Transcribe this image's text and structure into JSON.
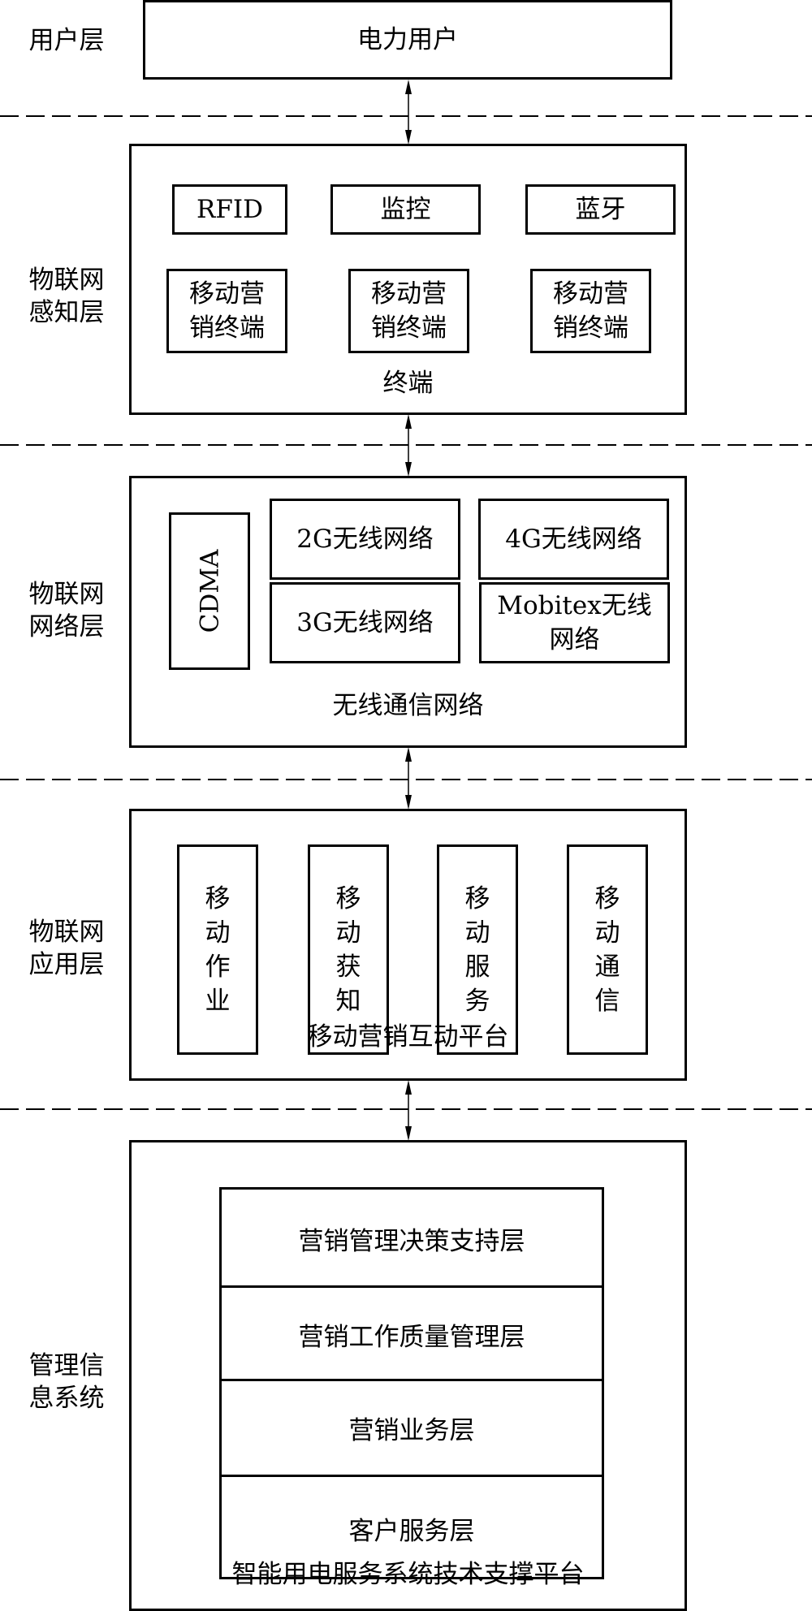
{
  "layers": {
    "user": {
      "label": "用户层",
      "box": "电力用户"
    },
    "perception": {
      "label_line1": "物联网",
      "label_line2": "感知层",
      "top_items": [
        "RFID",
        "监控",
        "蓝牙"
      ],
      "terminals": [
        {
          "line1": "移动营",
          "line2": "销终端"
        },
        {
          "line1": "移动营",
          "line2": "销终端"
        },
        {
          "line1": "移动营",
          "line2": "销终端"
        }
      ],
      "caption": "终端"
    },
    "network": {
      "label_line1": "物联网",
      "label_line2": "网络层",
      "cdma": "CDMA",
      "items": [
        "2G无线网络",
        "4G无线网络",
        "3G无线网络"
      ],
      "mobitex_line1": "Mobitex无线",
      "mobitex_line2": "网络",
      "caption": "无线通信网络"
    },
    "application": {
      "label_line1": "物联网",
      "label_line2": "应用层",
      "items": [
        [
          "移",
          "动",
          "作",
          "业"
        ],
        [
          "移",
          "动",
          "获",
          "知"
        ],
        [
          "移",
          "动",
          "服",
          "务"
        ],
        [
          "移",
          "动",
          "通",
          "信"
        ]
      ],
      "caption": "移动营销互动平台"
    },
    "management": {
      "label_line1": "管理信",
      "label_line2": "息系统",
      "stack": [
        "营销管理决策支持层",
        "营销工作质量管理层",
        "营销业务层",
        "客户服务层"
      ],
      "caption": "智能用电服务系统技术支撑平台"
    }
  },
  "connectors": {
    "arrow_type": "double-headed-vertical-arrow",
    "separator": "dashed-line"
  }
}
